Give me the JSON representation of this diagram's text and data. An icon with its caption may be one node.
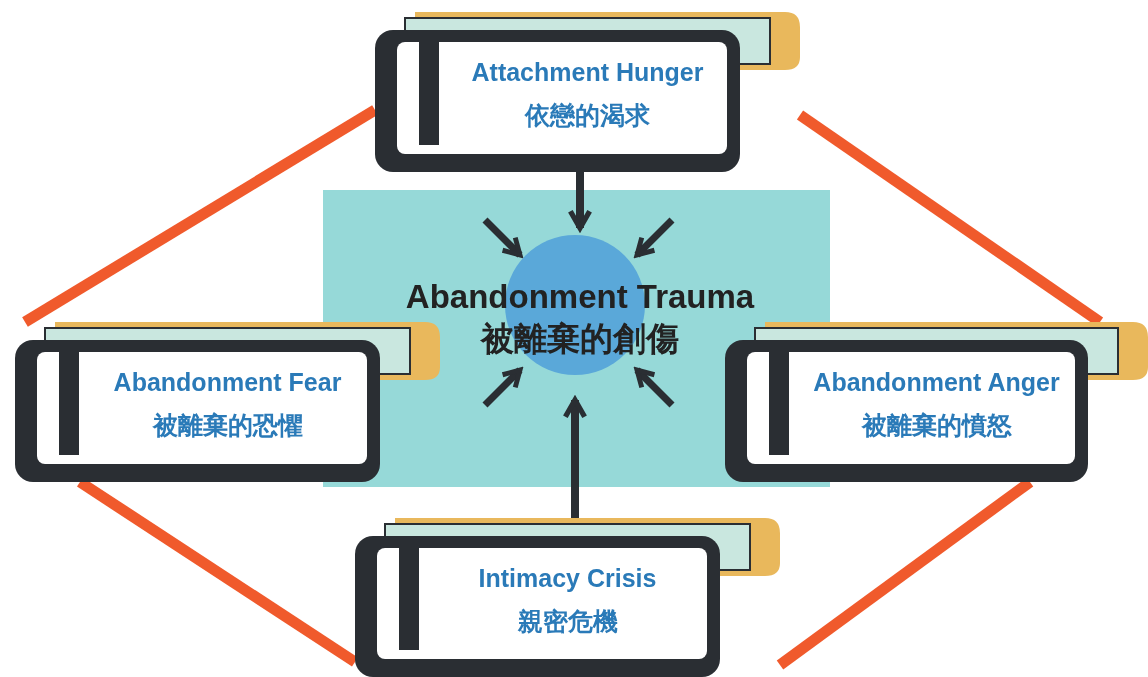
{
  "diagram": {
    "nodes": [
      {
        "text": [
          "Attachment Hunger",
          "依戀的渴求"
        ]
      },
      {
        "text": [
          "Abandonment Fear",
          "被離棄的恐懼"
        ]
      },
      {
        "text": [
          "Abandonment Trauma",
          "被離棄的創傷"
        ]
      },
      {
        "text": [
          "Abandonment Anger",
          "被離棄的憤怒"
        ]
      },
      {
        "text": [
          "Intimacy Crisis",
          "親密危機"
        ]
      }
    ],
    "edges": [
      {
        "from": 0,
        "to": 2,
        "arrow": "to",
        "color": "#2a2e33"
      },
      {
        "from": 4,
        "to": 2,
        "arrow": "to",
        "color": "#2a2e33"
      },
      {
        "from": 0,
        "to": 1,
        "arrow": "none"
      },
      {
        "from": 0,
        "to": 3,
        "arrow": "none"
      },
      {
        "from": 1,
        "to": 4,
        "arrow": "none"
      },
      {
        "from": 3,
        "to": 4,
        "arrow": "none"
      }
    ]
  }
}
